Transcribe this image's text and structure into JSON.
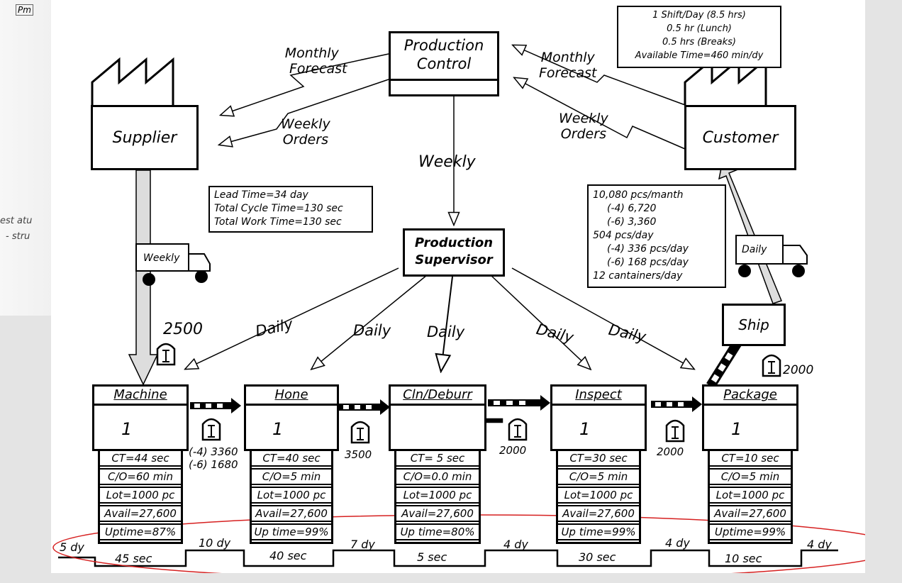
{
  "sketch_notes": [
    "Pm",
    "est atu",
    "- stru"
  ],
  "production_control": {
    "label_line1": "Production",
    "label_line2": "Control"
  },
  "shift_box": [
    "1 Shift/Day (8.5 hrs)",
    "0.5 hr (Lunch)",
    "0.5 hrs (Breaks)",
    "Available Time=460 min/dy"
  ],
  "supplier": {
    "label": "Supplier"
  },
  "customer": {
    "label": "Customer"
  },
  "flows": {
    "monthly_forecast_left": [
      "Monthly",
      "Forecast"
    ],
    "weekly_orders_left": [
      "Weekly",
      "Orders"
    ],
    "monthly_forecast_right": [
      "Monthly",
      "Forecast"
    ],
    "weekly_orders_right": [
      "Weekly",
      "Orders"
    ],
    "weekly_center": "Weekly",
    "daily_labels": [
      "Daily",
      "Daily",
      "Daily",
      "Daily",
      "Daily"
    ]
  },
  "lead_time_box": [
    "Lead Time=34 day",
    "Total Cycle Time=130 sec",
    "Total Work Time=130 sec"
  ],
  "demand_box": [
    "10,080 pcs/manth",
    "(-4) 6,720",
    "(-6) 3,360",
    "504 pcs/day",
    "(-4) 336 pcs/day",
    "(-6) 168 pcs/day",
    "12 cantainers/day"
  ],
  "supervisor": {
    "label_line1": "Production",
    "label_line2": "Supervisor"
  },
  "trucks": {
    "left": "Weekly",
    "right": "Daily"
  },
  "ship": {
    "label": "Ship"
  },
  "inventory": {
    "raw": "2500",
    "after_machine": [
      "(-4) 3360",
      "(-6) 1680"
    ],
    "after_hone": "3500",
    "after_cln": "2000",
    "after_inspect": "2000",
    "finished": "2000"
  },
  "processes": [
    {
      "name": "Machine",
      "operator": "1",
      "rows": [
        "CT=44 sec",
        "C/O=60 min",
        "Lot=1000 pc",
        "Avail=27,600",
        "Uptime=87%"
      ]
    },
    {
      "name": "Hone",
      "operator": "1",
      "rows": [
        "CT=40 sec",
        "C/O=5 min",
        "Lot=1000 pc",
        "Avail=27,600",
        "Up time=99%"
      ]
    },
    {
      "name": "Cln/Deburr",
      "operator": "",
      "rows": [
        "CT= 5 sec",
        "C/O=0.0 min",
        "Lot=1000 pc",
        "Avail=27,600",
        "Up time=80%"
      ]
    },
    {
      "name": "Inspect",
      "operator": "1",
      "rows": [
        "CT=30 sec",
        "C/O=5 min",
        "Lot=1000 pc",
        "Avail=27,600",
        "Up time=99%"
      ]
    },
    {
      "name": "Package",
      "operator": "1",
      "rows": [
        "CT=10 sec",
        "C/O=5 min",
        "Lot=1000 pc",
        "Avail=27,600",
        "Uptime=99%"
      ]
    }
  ],
  "timeline": {
    "days": [
      "5 dy",
      "10 dy",
      "7 dy",
      "4 dy",
      "4 dy",
      "4 dy"
    ],
    "secs": [
      "45 sec",
      "40 sec",
      "5 sec",
      "30 sec",
      "10 sec"
    ]
  },
  "colors": {
    "highlight_ellipse": "#d62020",
    "push_arrow_fill": "#dddddd"
  }
}
